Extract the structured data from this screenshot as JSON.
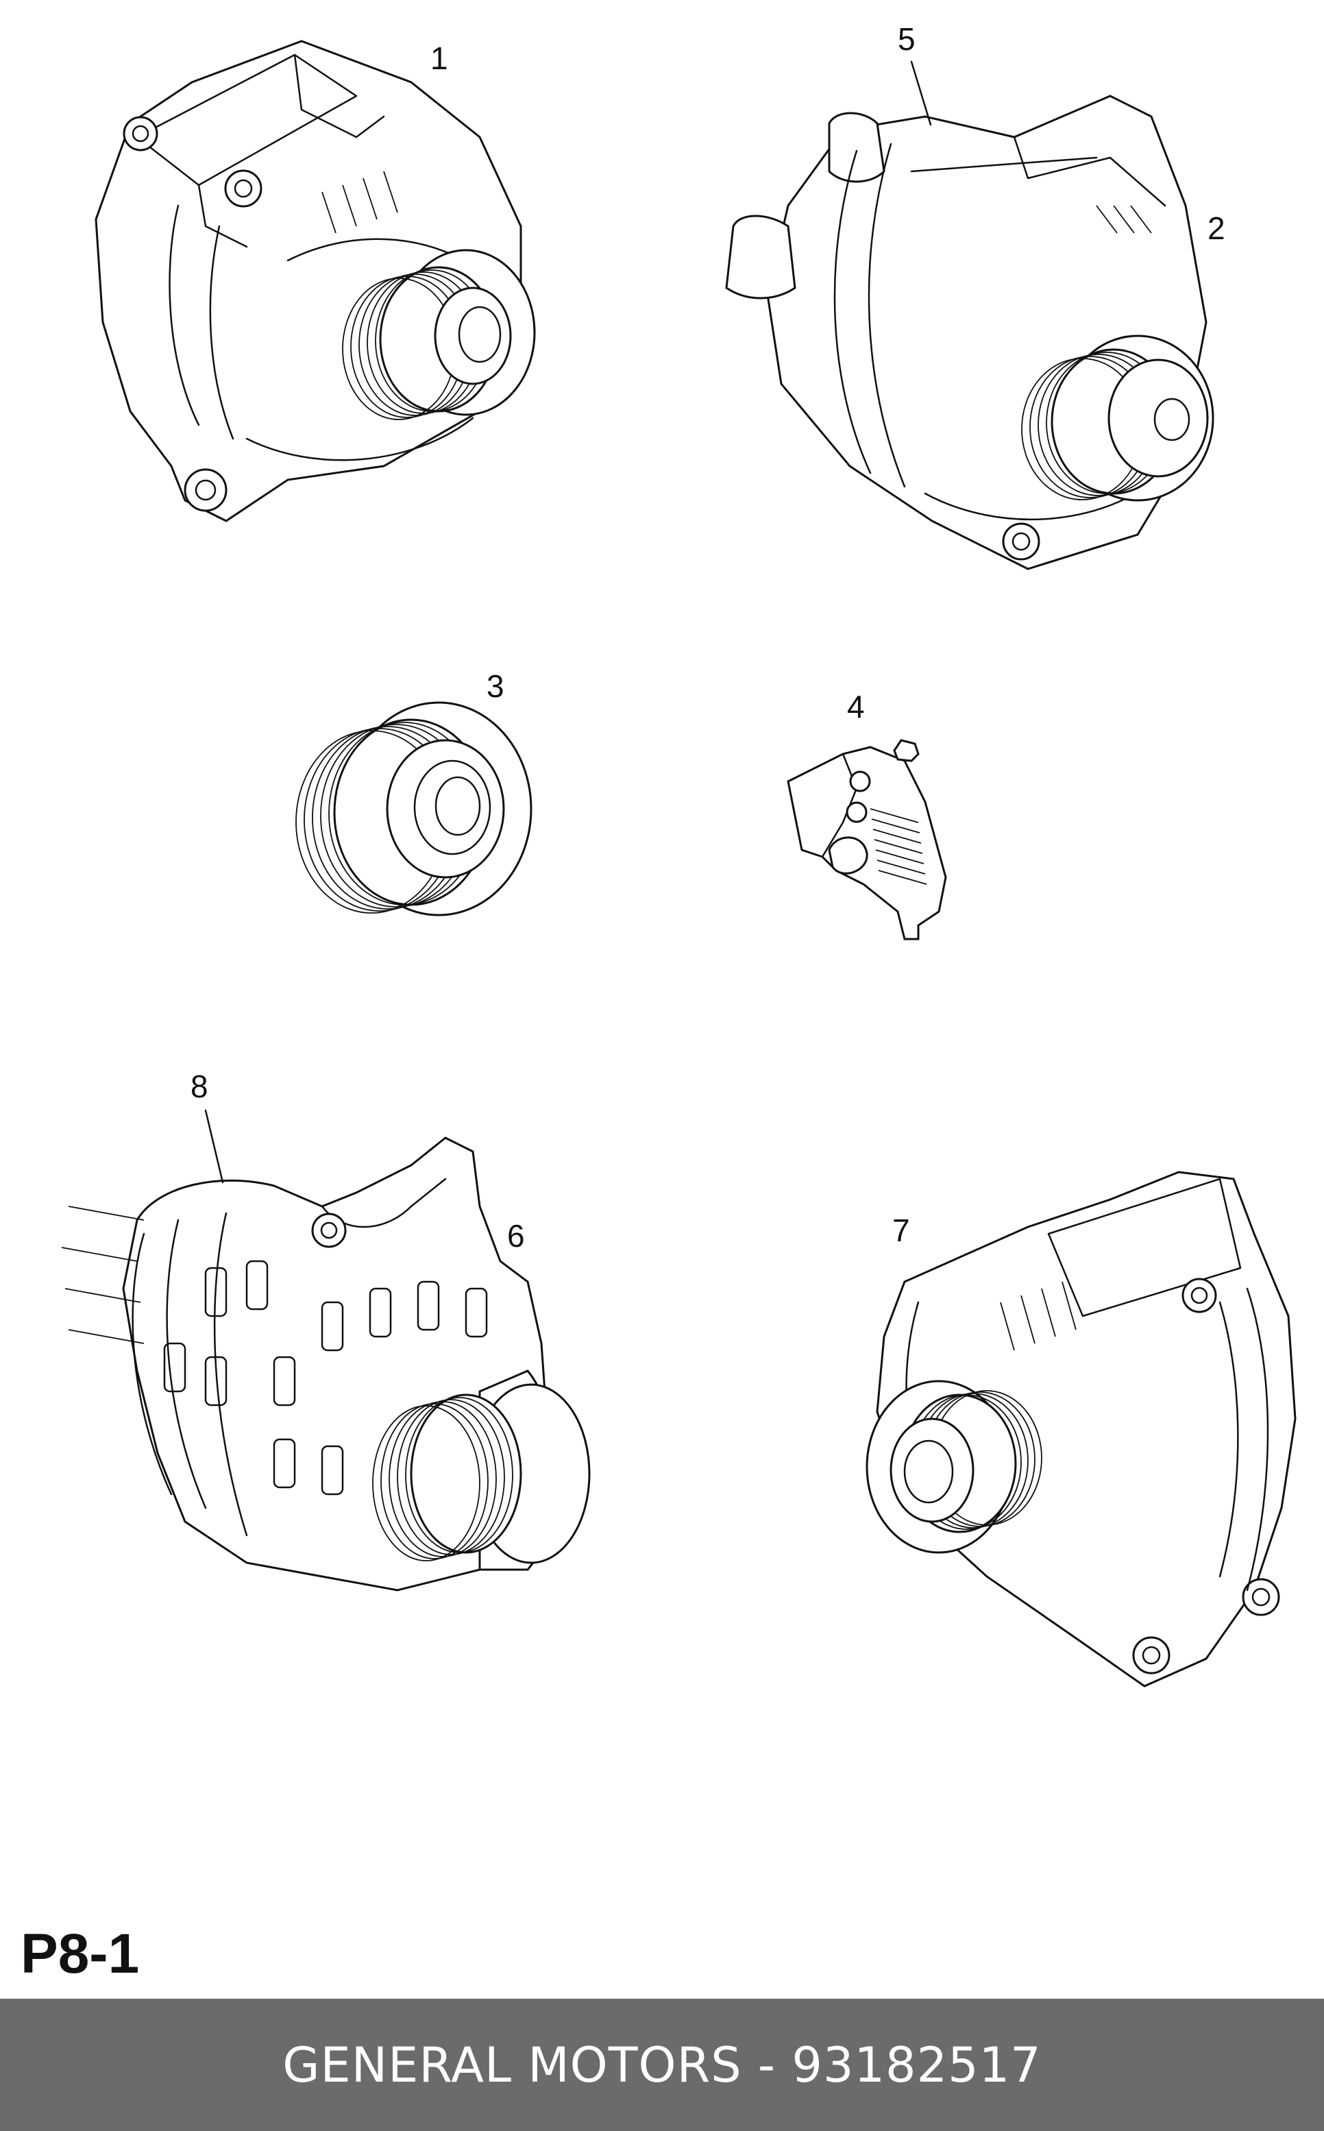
{
  "diagram": {
    "callouts": [
      {
        "id": "1",
        "label": "1"
      },
      {
        "id": "2",
        "label": "2"
      },
      {
        "id": "3",
        "label": "3"
      },
      {
        "id": "4",
        "label": "4"
      },
      {
        "id": "5",
        "label": "5"
      },
      {
        "id": "6",
        "label": "6"
      },
      {
        "id": "7",
        "label": "7"
      },
      {
        "id": "8",
        "label": "8"
      }
    ],
    "page_code": "P8-1"
  },
  "footer": {
    "text": "GENERAL MOTORS - 93182517",
    "background": "#6b6b6b"
  },
  "colors": {
    "line": "#111111",
    "background": "#ffffff"
  }
}
